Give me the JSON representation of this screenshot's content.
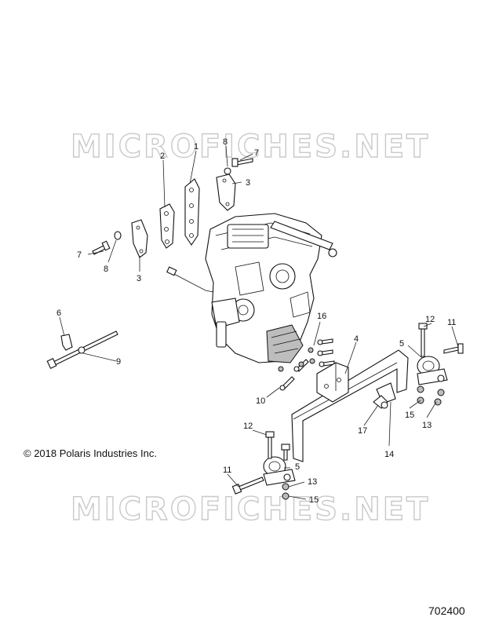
{
  "watermark": "MICROFICHES.NET",
  "copyright": "© 2018 Polaris Industries Inc.",
  "diagram_number": "702400",
  "callouts": [
    {
      "id": "c1",
      "label": "1"
    },
    {
      "id": "c2",
      "label": "2"
    },
    {
      "id": "c3a",
      "label": "3"
    },
    {
      "id": "c3b",
      "label": "3"
    },
    {
      "id": "c4",
      "label": "4"
    },
    {
      "id": "c5a",
      "label": "5"
    },
    {
      "id": "c5b",
      "label": "5"
    },
    {
      "id": "c6",
      "label": "6"
    },
    {
      "id": "c7a",
      "label": "7"
    },
    {
      "id": "c7b",
      "label": "7"
    },
    {
      "id": "c8a",
      "label": "8"
    },
    {
      "id": "c8b",
      "label": "8"
    },
    {
      "id": "c9",
      "label": "9"
    },
    {
      "id": "c10",
      "label": "10"
    },
    {
      "id": "c11a",
      "label": "11"
    },
    {
      "id": "c11b",
      "label": "11"
    },
    {
      "id": "c12a",
      "label": "12"
    },
    {
      "id": "c12b",
      "label": "12"
    },
    {
      "id": "c13a",
      "label": "13"
    },
    {
      "id": "c13b",
      "label": "13"
    },
    {
      "id": "c14",
      "label": "14"
    },
    {
      "id": "c15a",
      "label": "15"
    },
    {
      "id": "c15b",
      "label": "15"
    },
    {
      "id": "c16",
      "label": "16"
    },
    {
      "id": "c17",
      "label": "17"
    }
  ]
}
